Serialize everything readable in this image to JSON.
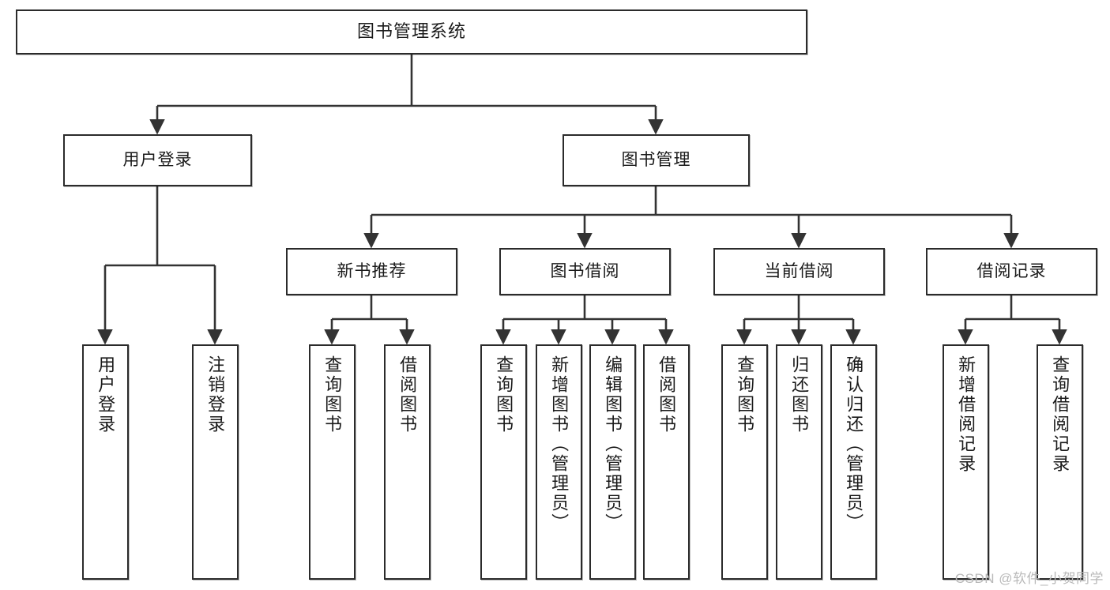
{
  "diagram": {
    "title": "图书管理系统",
    "type": "tree",
    "watermark": "CSDN @软件_小贺同学",
    "colors": {
      "border": "#2b2b2b",
      "fill": "#ffffff",
      "line": "#333333",
      "text": "#1a1a1a",
      "watermark": "#b9b9b9"
    },
    "nodes": {
      "root": {
        "label": "图书管理系统"
      },
      "level1": [
        {
          "id": "user-login",
          "label": "用户登录"
        },
        {
          "id": "book-manage",
          "label": "图书管理"
        }
      ],
      "level2": [
        {
          "id": "new-book-rec",
          "label": "新书推荐"
        },
        {
          "id": "book-borrow",
          "label": "图书借阅"
        },
        {
          "id": "current-borrow",
          "label": "当前借阅"
        },
        {
          "id": "borrow-record",
          "label": "借阅记录"
        }
      ],
      "leaves": {
        "user-login": [
          {
            "id": "leaf-user-login",
            "label": "用户登录"
          },
          {
            "id": "leaf-logout",
            "label": "注销登录"
          }
        ],
        "new-book-rec": [
          {
            "id": "leaf-query-book-1",
            "label": "查询图书"
          },
          {
            "id": "leaf-borrow-book-1",
            "label": "借阅图书"
          }
        ],
        "book-borrow": [
          {
            "id": "leaf-query-book-2",
            "label": "查询图书"
          },
          {
            "id": "leaf-add-book",
            "label": "新增图书（管理员）"
          },
          {
            "id": "leaf-edit-book",
            "label": "编辑图书（管理员）"
          },
          {
            "id": "leaf-borrow-book-2",
            "label": "借阅图书"
          }
        ],
        "current-borrow": [
          {
            "id": "leaf-query-book-3",
            "label": "查询图书"
          },
          {
            "id": "leaf-return-book",
            "label": "归还图书"
          },
          {
            "id": "leaf-confirm-return",
            "label": "确认归还（管理员）"
          }
        ],
        "borrow-record": [
          {
            "id": "leaf-add-record",
            "label": "新增借阅记录"
          },
          {
            "id": "leaf-query-record",
            "label": "查询借阅记录"
          }
        ]
      }
    }
  }
}
